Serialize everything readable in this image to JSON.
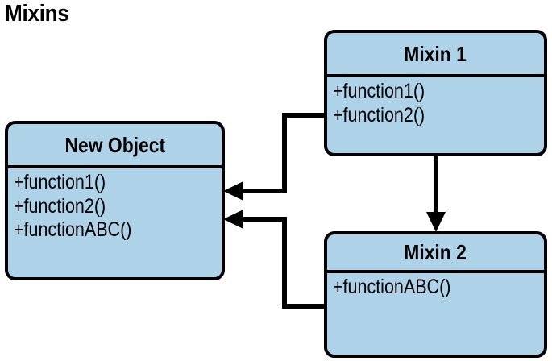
{
  "page": {
    "title": "Mixins",
    "background_color": "#ffffff"
  },
  "style": {
    "box_fill": "#aed3e9",
    "box_stroke": "#000000",
    "text_color": "#000000",
    "connector_color": "#000000"
  },
  "diagram": {
    "type": "uml-class-diagram",
    "boxes": [
      {
        "id": "new-object",
        "name": "New Object",
        "members": [
          "+function1()",
          "+function2()",
          "+functionABC()"
        ]
      },
      {
        "id": "mixin-1",
        "name": "Mixin 1",
        "members": [
          "+function1()",
          "+function2()"
        ]
      },
      {
        "id": "mixin-2",
        "name": "Mixin 2",
        "members": [
          "+functionABC()"
        ]
      }
    ],
    "connectors": [
      {
        "id": "mixin1-to-new-object",
        "from": "mixin-1",
        "to": "new-object",
        "arrowhead": "solid-triangle",
        "direction": "left"
      },
      {
        "id": "mixin2-to-new-object",
        "from": "mixin-2",
        "to": "new-object",
        "arrowhead": "solid-triangle",
        "direction": "left"
      },
      {
        "id": "mixin1-to-mixin2",
        "from": "mixin-1",
        "to": "mixin-2",
        "arrowhead": "solid-triangle",
        "direction": "down"
      }
    ]
  }
}
